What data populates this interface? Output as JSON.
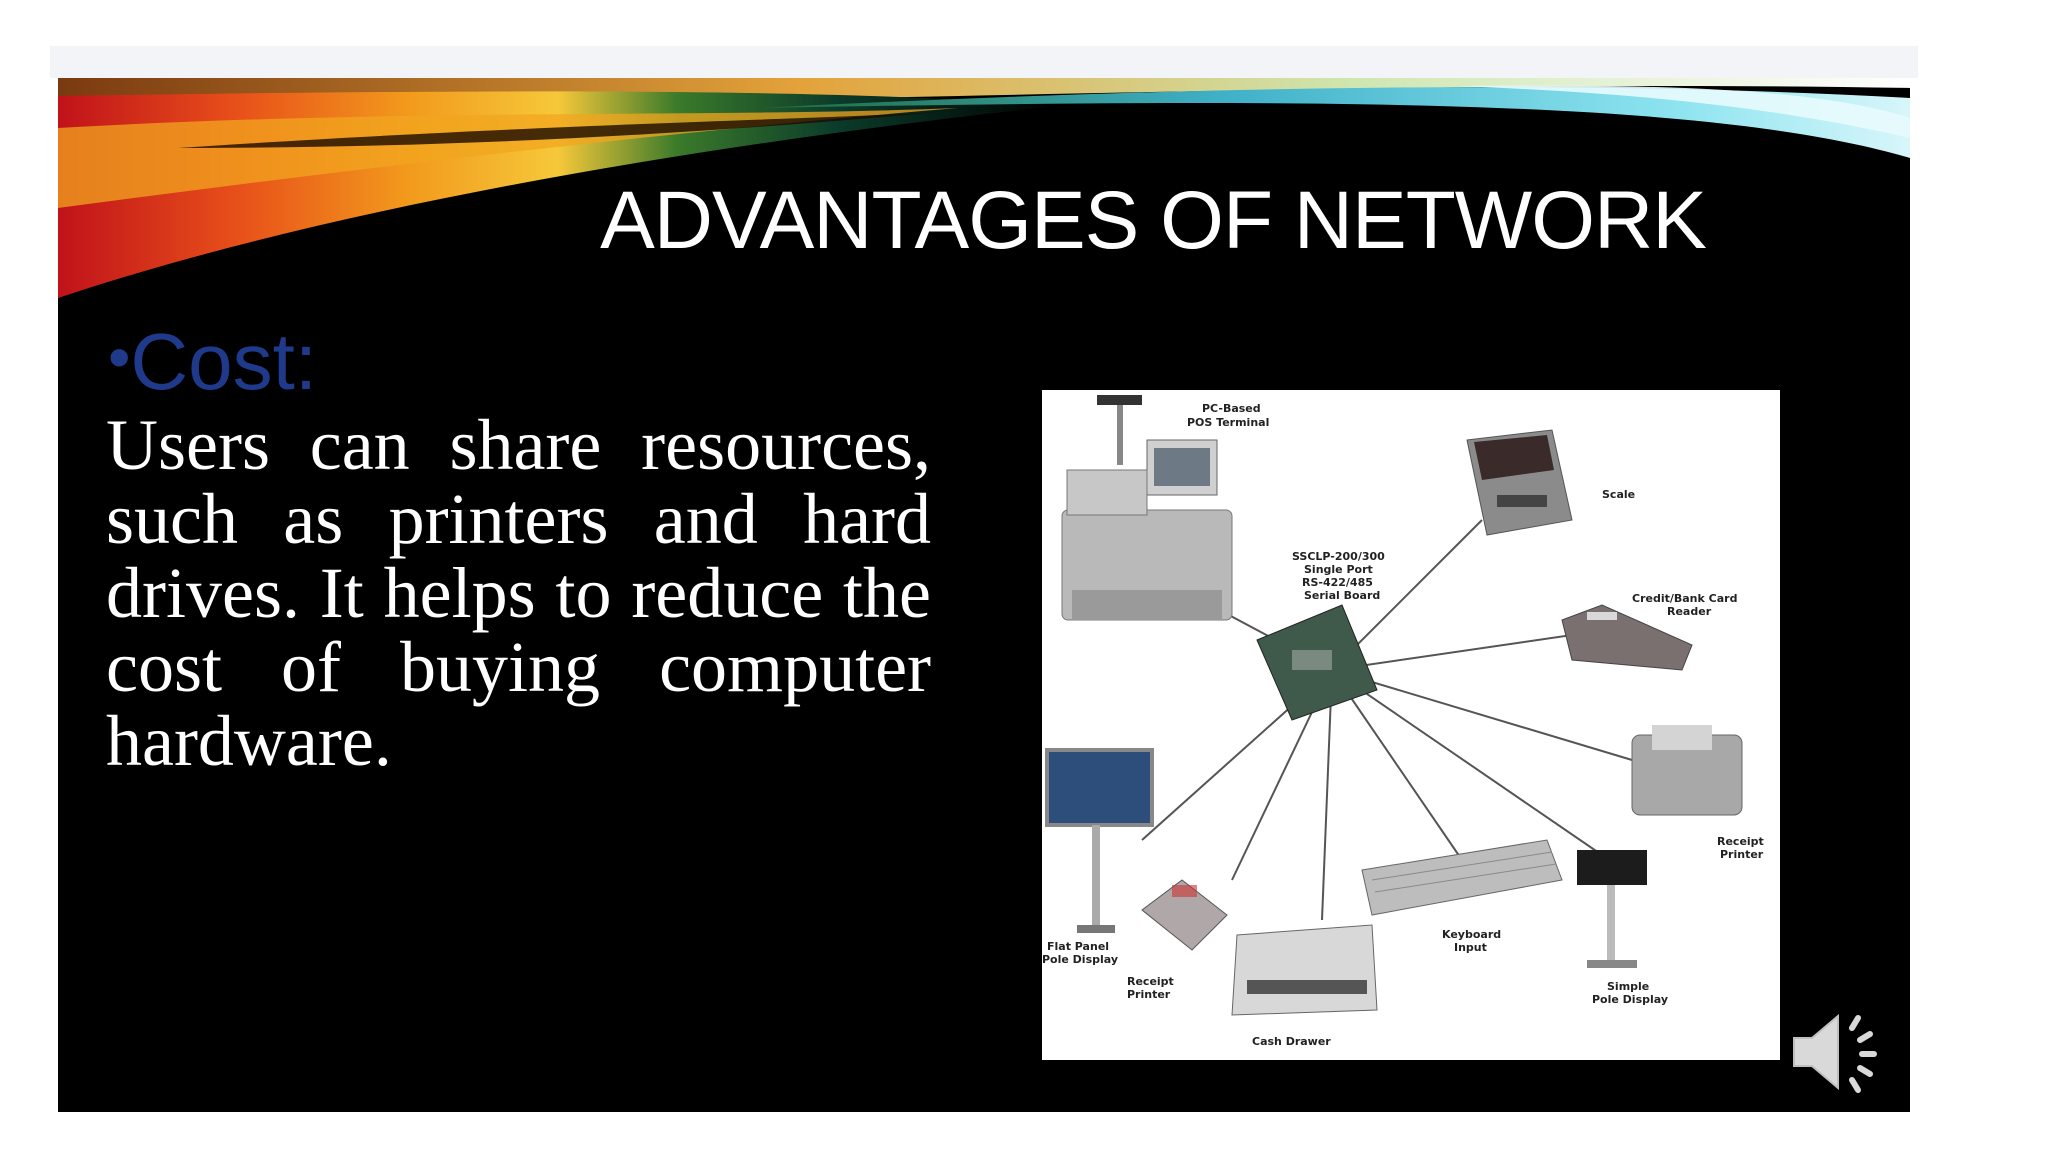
{
  "slide": {
    "title": "ADVANTAGES OF NETWORK",
    "bullet": "Cost:",
    "body": "Users can share resources, such as printers and hard drives. It helps to reduce the cost of buying computer hardware."
  },
  "diagram_labels": {
    "pos_terminal": [
      "PC-Based",
      "POS Terminal"
    ],
    "scale": "Scale",
    "serial_board": [
      "SSCLP-200/300",
      "Single Port",
      "RS-422/485",
      "Serial Board"
    ],
    "card_reader": [
      "Credit/Bank Card",
      "Reader"
    ],
    "receipt_printer_right": [
      "Receipt",
      "Printer"
    ],
    "flat_panel": [
      "Flat Panel",
      "Pole Display"
    ],
    "receipt_printer_left": [
      "Receipt",
      "Printer"
    ],
    "keyboard": [
      "Keyboard",
      "Input"
    ],
    "pole_display": [
      "Simple",
      "Pole Display"
    ],
    "cash_drawer": "Cash Drawer"
  },
  "icons": {
    "speaker": "speaker-audio-icon"
  },
  "colors": {
    "slide_background": "#000000",
    "title": "#ffffff",
    "bullet": "#1f3a8a",
    "body_text": "#ffffff"
  }
}
